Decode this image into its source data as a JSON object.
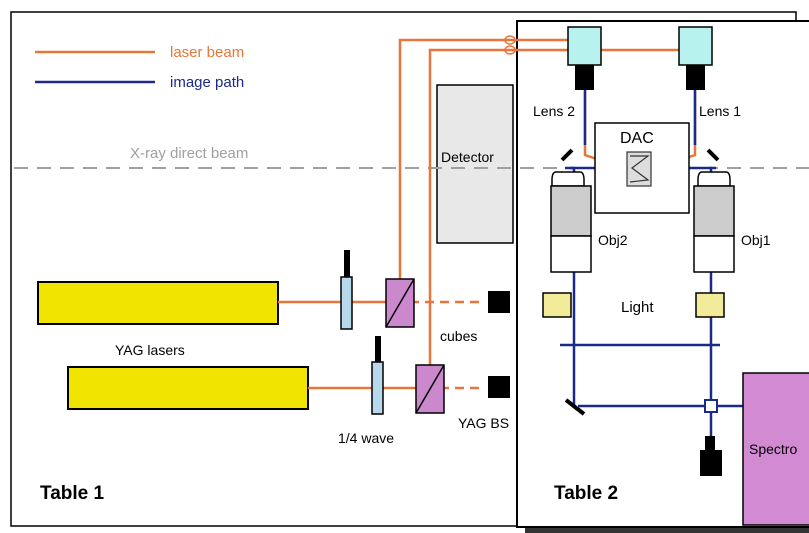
{
  "legend": {
    "laser_beam": "laser beam",
    "image_path": "image path"
  },
  "labels": {
    "xray": "X-ray direct beam",
    "detector": "Detector",
    "lens2": "Lens 2",
    "lens1": "Lens 1",
    "dac": "DAC",
    "obj2": "Obj2",
    "obj1": "Obj1",
    "light": "Light",
    "cubes": "cubes",
    "yag_lasers": "YAG lasers",
    "quarter_wave": "1/4 wave",
    "yag_bs": "YAG BS",
    "spectro": "Spectro",
    "table1": "Table 1",
    "table2": "Table 2"
  },
  "colors": {
    "laser": "#e8763a",
    "image": "#1a2a8a",
    "xray": "#a0a0a0",
    "yag": "#f0e400",
    "cube": "#cc88cc",
    "spectro": "#d28ad2",
    "lens": "#b8f2ee",
    "waveplate": "#b8d8ec",
    "light": "#f2ec9a",
    "objective": "#cccccc",
    "detector": "#e8e8e8"
  }
}
